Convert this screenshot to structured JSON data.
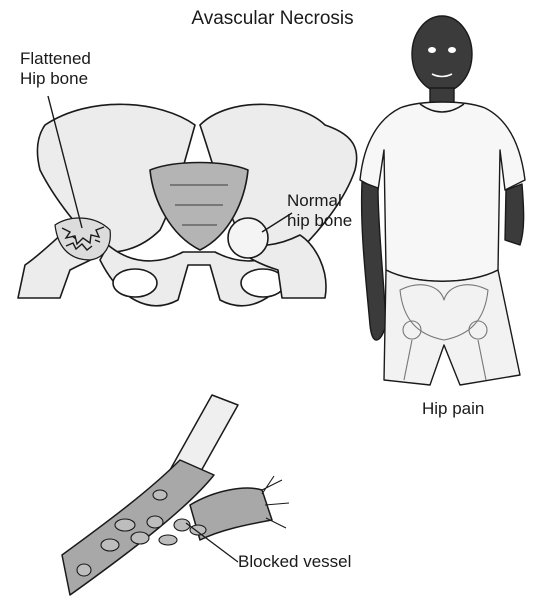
{
  "title": "Avascular Necrosis",
  "labels": {
    "flattened": [
      "Flattened",
      "Hip bone"
    ],
    "normal": [
      "Normal",
      "hip bone"
    ],
    "pain": "Hip pain",
    "blocked": "Blocked vessel"
  },
  "colors": {
    "bone": "#ececec",
    "shade": "#9a9a9a",
    "line": "#1a1a1a",
    "vessel": "#a8a8a8",
    "clot": "#bdbdbd"
  }
}
